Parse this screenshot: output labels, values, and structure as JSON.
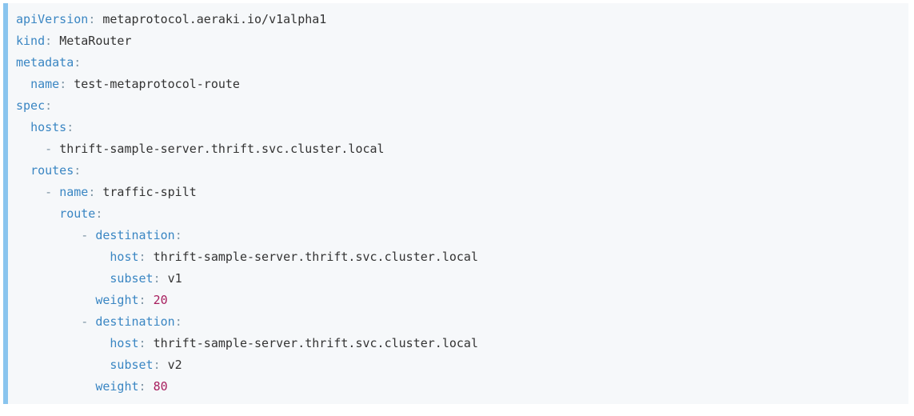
{
  "colors": {
    "page_bg": "#ffffff",
    "code_bg": "#f6f8fa",
    "accent_bar": "#89c4ee",
    "key": "#3a86c3",
    "punct": "#7f96a5",
    "value": "#333333",
    "number": "#a71d5d"
  },
  "code_block": {
    "language": "yaml",
    "token_legend": {
      "k": "key",
      "p": "punctuation",
      "v": "value",
      "n": "number",
      "s": "whitespace"
    },
    "lines": [
      [
        {
          "c": "k",
          "t": "apiVersion"
        },
        {
          "c": "p",
          "t": ":"
        },
        {
          "c": "s",
          "t": " "
        },
        {
          "c": "v",
          "t": "metaprotocol.aeraki.io/v1alpha1"
        }
      ],
      [
        {
          "c": "k",
          "t": "kind"
        },
        {
          "c": "p",
          "t": ":"
        },
        {
          "c": "s",
          "t": " "
        },
        {
          "c": "v",
          "t": "MetaRouter"
        }
      ],
      [
        {
          "c": "k",
          "t": "metadata"
        },
        {
          "c": "p",
          "t": ":"
        }
      ],
      [
        {
          "c": "s",
          "t": "  "
        },
        {
          "c": "k",
          "t": "name"
        },
        {
          "c": "p",
          "t": ":"
        },
        {
          "c": "s",
          "t": " "
        },
        {
          "c": "v",
          "t": "test-metaprotocol-route"
        }
      ],
      [
        {
          "c": "k",
          "t": "spec"
        },
        {
          "c": "p",
          "t": ":"
        }
      ],
      [
        {
          "c": "s",
          "t": "  "
        },
        {
          "c": "k",
          "t": "hosts"
        },
        {
          "c": "p",
          "t": ":"
        }
      ],
      [
        {
          "c": "s",
          "t": "    "
        },
        {
          "c": "p",
          "t": "-"
        },
        {
          "c": "s",
          "t": " "
        },
        {
          "c": "v",
          "t": "thrift-sample-server.thrift.svc.cluster.local"
        }
      ],
      [
        {
          "c": "s",
          "t": "  "
        },
        {
          "c": "k",
          "t": "routes"
        },
        {
          "c": "p",
          "t": ":"
        }
      ],
      [
        {
          "c": "s",
          "t": "    "
        },
        {
          "c": "p",
          "t": "-"
        },
        {
          "c": "s",
          "t": " "
        },
        {
          "c": "k",
          "t": "name"
        },
        {
          "c": "p",
          "t": ":"
        },
        {
          "c": "s",
          "t": " "
        },
        {
          "c": "v",
          "t": "traffic-spilt"
        }
      ],
      [
        {
          "c": "s",
          "t": "      "
        },
        {
          "c": "k",
          "t": "route"
        },
        {
          "c": "p",
          "t": ":"
        }
      ],
      [
        {
          "c": "s",
          "t": "         "
        },
        {
          "c": "p",
          "t": "-"
        },
        {
          "c": "s",
          "t": " "
        },
        {
          "c": "k",
          "t": "destination"
        },
        {
          "c": "p",
          "t": ":"
        }
      ],
      [
        {
          "c": "s",
          "t": "             "
        },
        {
          "c": "k",
          "t": "host"
        },
        {
          "c": "p",
          "t": ":"
        },
        {
          "c": "s",
          "t": " "
        },
        {
          "c": "v",
          "t": "thrift-sample-server.thrift.svc.cluster.local"
        }
      ],
      [
        {
          "c": "s",
          "t": "             "
        },
        {
          "c": "k",
          "t": "subset"
        },
        {
          "c": "p",
          "t": ":"
        },
        {
          "c": "s",
          "t": " "
        },
        {
          "c": "v",
          "t": "v1"
        }
      ],
      [
        {
          "c": "s",
          "t": "           "
        },
        {
          "c": "k",
          "t": "weight"
        },
        {
          "c": "p",
          "t": ":"
        },
        {
          "c": "s",
          "t": " "
        },
        {
          "c": "n",
          "t": "20"
        }
      ],
      [
        {
          "c": "s",
          "t": "         "
        },
        {
          "c": "p",
          "t": "-"
        },
        {
          "c": "s",
          "t": " "
        },
        {
          "c": "k",
          "t": "destination"
        },
        {
          "c": "p",
          "t": ":"
        }
      ],
      [
        {
          "c": "s",
          "t": "             "
        },
        {
          "c": "k",
          "t": "host"
        },
        {
          "c": "p",
          "t": ":"
        },
        {
          "c": "s",
          "t": " "
        },
        {
          "c": "v",
          "t": "thrift-sample-server.thrift.svc.cluster.local"
        }
      ],
      [
        {
          "c": "s",
          "t": "             "
        },
        {
          "c": "k",
          "t": "subset"
        },
        {
          "c": "p",
          "t": ":"
        },
        {
          "c": "s",
          "t": " "
        },
        {
          "c": "v",
          "t": "v2"
        }
      ],
      [
        {
          "c": "s",
          "t": "           "
        },
        {
          "c": "k",
          "t": "weight"
        },
        {
          "c": "p",
          "t": ":"
        },
        {
          "c": "s",
          "t": " "
        },
        {
          "c": "n",
          "t": "80"
        }
      ]
    ]
  }
}
